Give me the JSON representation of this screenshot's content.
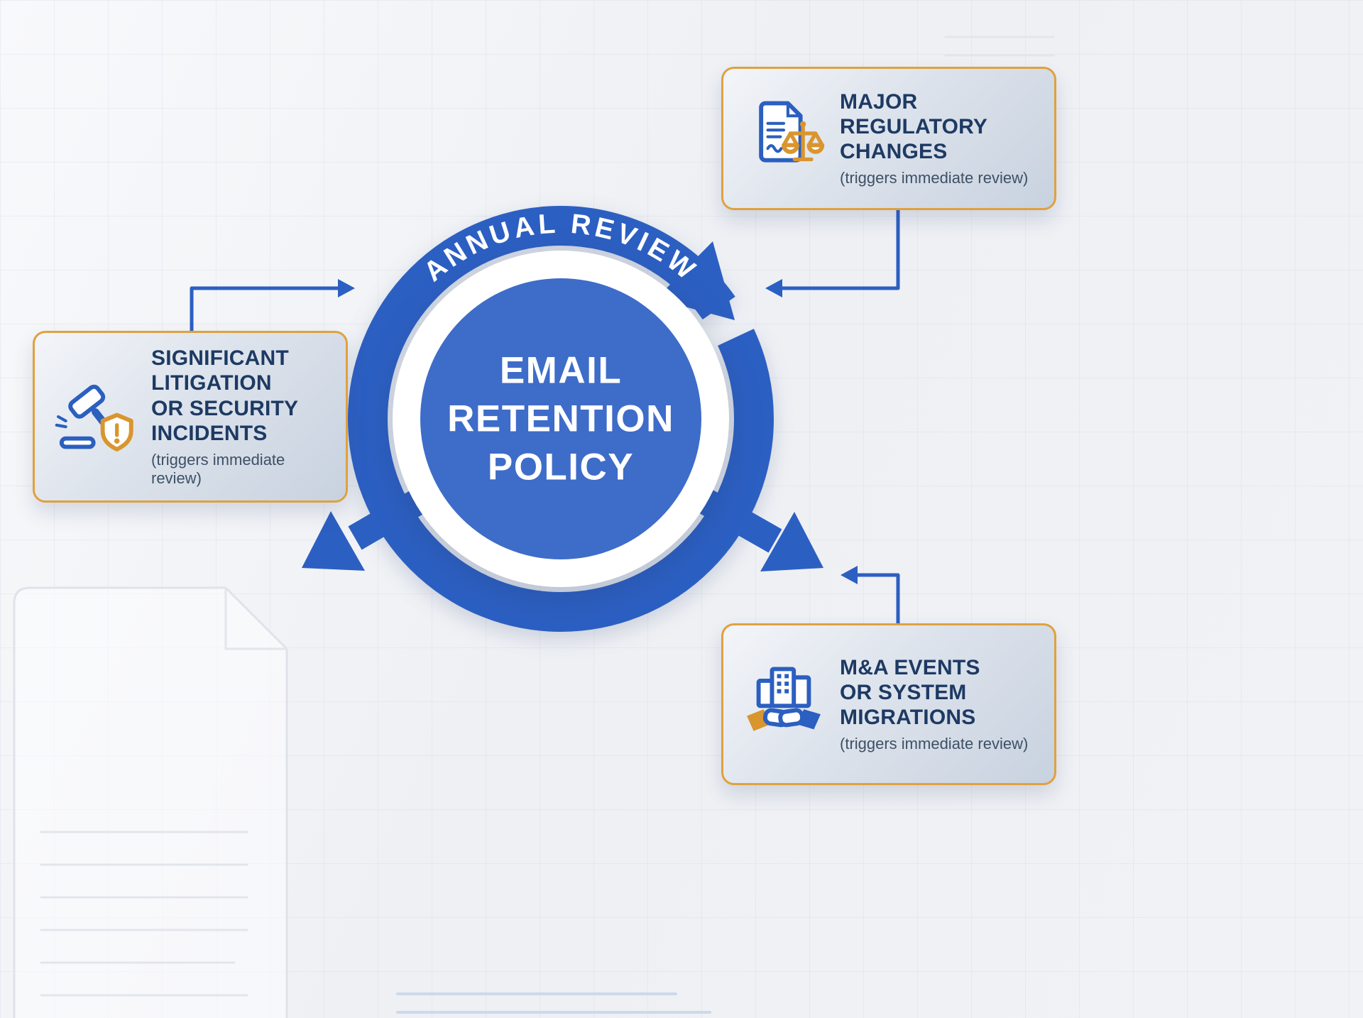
{
  "diagram": {
    "center": {
      "title": "EMAIL\nRETENTION\nPOLICY",
      "ring_label": "ANNUAL REVIEW"
    },
    "boxes": [
      {
        "id": "regulatory",
        "icon": "document-scales-icon",
        "title": "MAJOR\nREGULATORY\nCHANGES",
        "subtitle": "(triggers immediate review)"
      },
      {
        "id": "litigation",
        "icon": "gavel-shield-icon",
        "title": "SIGNIFICANT\nLITIGATION\nOR SECURITY\nINCIDENTS",
        "subtitle": "(triggers immediate review)"
      },
      {
        "id": "ma-events",
        "icon": "buildings-handshake-icon",
        "title": "M&A EVENTS\nOR SYSTEM\nMIGRATIONS",
        "subtitle": "(triggers immediate review)"
      }
    ],
    "colors": {
      "ring_blue": "#2c5fc2",
      "core_blue": "#3e6cc9",
      "title_navy": "#1d3a63",
      "box_border_gold": "#dfa13e",
      "icon_gold": "#d9952e",
      "icon_blue": "#2b5fc0",
      "text_white": "#ffffff"
    }
  }
}
